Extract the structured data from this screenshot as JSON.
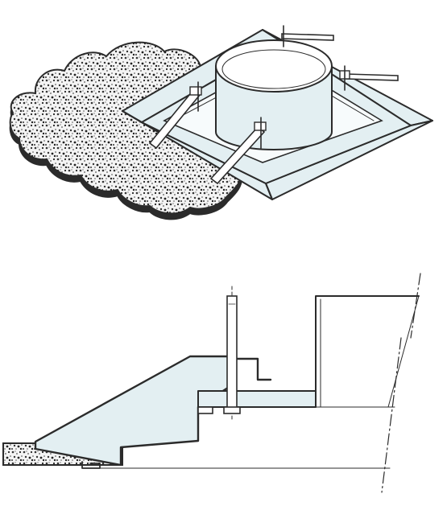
{
  "figure": {
    "views": [
      {
        "name": "isometric-view"
      },
      {
        "name": "section-view"
      }
    ]
  },
  "colors": {
    "ink": "#2b2b2b",
    "panel": "#e3eff2",
    "concrete": "#f2f2f2",
    "background": "#ffffff"
  },
  "icons": [
    "concrete-slab",
    "square-collar-frame",
    "round-duct-spigot",
    "support-rods",
    "threaded-rod"
  ]
}
